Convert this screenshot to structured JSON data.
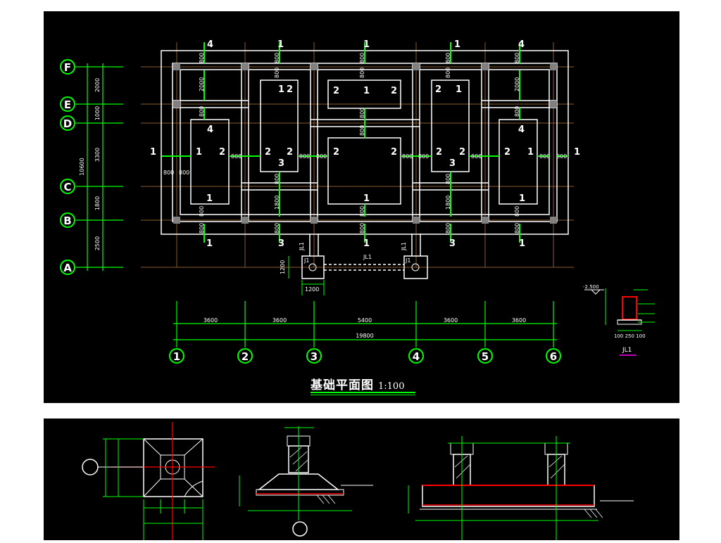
{
  "plan": {
    "title": "基础平面图",
    "scale": "1:100",
    "row_labels": [
      "F",
      "E",
      "D",
      "C",
      "B",
      "A"
    ],
    "row_dims": [
      "2000",
      "1000",
      "3300",
      "1800",
      "2500"
    ],
    "total_height": "10600",
    "col_labels": [
      "1",
      "2",
      "3",
      "4",
      "5",
      "6"
    ],
    "col_dims": [
      "3600",
      "3600",
      "5400",
      "3600",
      "3600"
    ],
    "total_width": "19800",
    "section_tags": {
      "top": [
        "4",
        "1",
        "1",
        "1",
        "4"
      ],
      "bottom": [
        "1",
        "3",
        "1",
        "3",
        "1"
      ],
      "left": "1",
      "right": "1",
      "inner_left": [
        "1",
        "2"
      ],
      "inner_right": [
        "2",
        "1"
      ],
      "center_pair": [
        "2",
        "2"
      ],
      "threes": [
        "3",
        "3"
      ],
      "fours": [
        "4",
        "4"
      ]
    },
    "dims": {
      "d800": "800",
      "d2000": "2000",
      "d1800": "1800",
      "d1200": "1200"
    },
    "beam_label": "JL1",
    "footing_label": "J1"
  },
  "detail": {
    "elevation": "-2.500",
    "bottom_label": "JL1",
    "width": "100 250 100"
  },
  "colors": {
    "background": "#000000",
    "foundation_lines": "#ffffff",
    "dimension_lines": "#00ff00",
    "axis_bubbles": "#00ff00",
    "grid_lines": "#8b5a2b",
    "columns": "#808080",
    "accent": "#ff0000",
    "highlight": "#ff00ff"
  }
}
